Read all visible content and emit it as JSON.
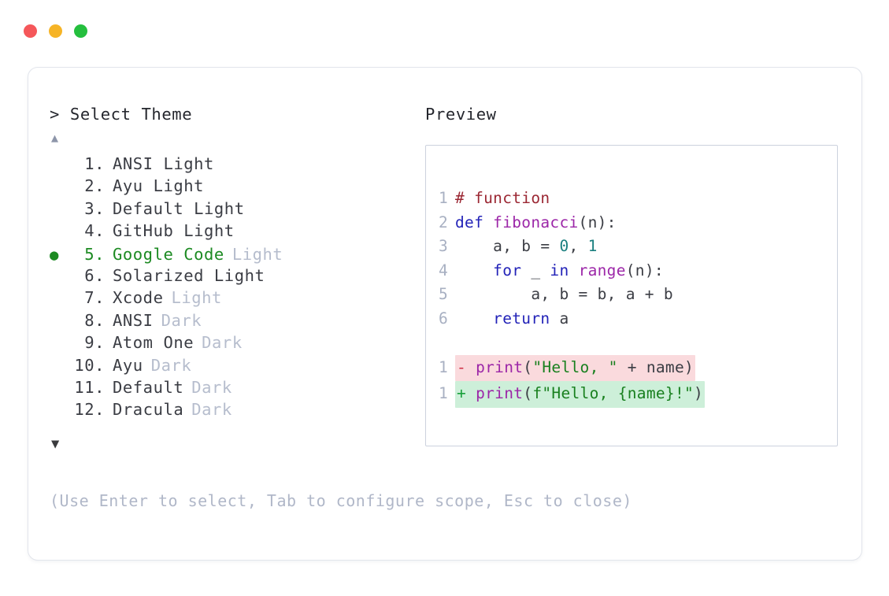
{
  "window": {
    "controls": [
      {
        "name": "close",
        "color": "#F5575A"
      },
      {
        "name": "minimize",
        "color": "#F6B426"
      },
      {
        "name": "maximize",
        "color": "#25BF3E"
      }
    ]
  },
  "chooser": {
    "prompt": "> Select Theme",
    "scroll_up": "▲",
    "scroll_down": "▼",
    "selected_index": 5,
    "selected_bullet": "●",
    "accent_color": "#1c8a22",
    "items": [
      {
        "num": "1.",
        "name": "ANSI Light",
        "variant": "",
        "variant_dim": false,
        "selected": false
      },
      {
        "num": "2.",
        "name": "Ayu Light",
        "variant": "",
        "variant_dim": false,
        "selected": false
      },
      {
        "num": "3.",
        "name": "Default Light",
        "variant": "",
        "variant_dim": false,
        "selected": false
      },
      {
        "num": "4.",
        "name": "GitHub Light",
        "variant": "",
        "variant_dim": false,
        "selected": false
      },
      {
        "num": "5.",
        "name": "Google Code",
        "variant": "Light",
        "variant_dim": true,
        "selected": true
      },
      {
        "num": "6.",
        "name": "Solarized Light",
        "variant": "",
        "variant_dim": false,
        "selected": false
      },
      {
        "num": "7.",
        "name": "Xcode",
        "variant": "Light",
        "variant_dim": true,
        "selected": false
      },
      {
        "num": "8.",
        "name": "ANSI",
        "variant": "Dark",
        "variant_dim": true,
        "selected": false
      },
      {
        "num": "9.",
        "name": "Atom One",
        "variant": "Dark",
        "variant_dim": true,
        "selected": false
      },
      {
        "num": "10.",
        "name": "Ayu",
        "variant": "Dark",
        "variant_dim": true,
        "selected": false
      },
      {
        "num": "11.",
        "name": "Default",
        "variant": "Dark",
        "variant_dim": true,
        "selected": false
      },
      {
        "num": "12.",
        "name": "Dracula",
        "variant": "Dark",
        "variant_dim": true,
        "selected": false
      }
    ],
    "hint": "(Use Enter to select, Tab to configure scope, Esc to close)"
  },
  "preview": {
    "label": "Preview",
    "code_lines": [
      {
        "ln": "1",
        "tokens": [
          {
            "t": "# function",
            "c": "tk-comment"
          }
        ]
      },
      {
        "ln": "2",
        "tokens": [
          {
            "t": "def ",
            "c": "tk-kw"
          },
          {
            "t": "fibonacci",
            "c": "tk-fn"
          },
          {
            "t": "(n):",
            "c": "tk-punct"
          }
        ]
      },
      {
        "ln": "3",
        "tokens": [
          {
            "t": "    a, b = ",
            "c": "tk-plain"
          },
          {
            "t": "0",
            "c": "tk-num"
          },
          {
            "t": ", ",
            "c": "tk-plain"
          },
          {
            "t": "1",
            "c": "tk-num"
          }
        ]
      },
      {
        "ln": "4",
        "tokens": [
          {
            "t": "    ",
            "c": "tk-plain"
          },
          {
            "t": "for",
            "c": "tk-kw"
          },
          {
            "t": " _ ",
            "c": "tk-plain"
          },
          {
            "t": "in",
            "c": "tk-kw"
          },
          {
            "t": " ",
            "c": "tk-plain"
          },
          {
            "t": "range",
            "c": "tk-fn"
          },
          {
            "t": "(n):",
            "c": "tk-punct"
          }
        ]
      },
      {
        "ln": "5",
        "tokens": [
          {
            "t": "        a, b = b, a + b",
            "c": "tk-plain"
          }
        ]
      },
      {
        "ln": "6",
        "tokens": [
          {
            "t": "    ",
            "c": "tk-plain"
          },
          {
            "t": "return",
            "c": "tk-kw"
          },
          {
            "t": " a",
            "c": "tk-plain"
          }
        ]
      }
    ],
    "diff_lines": [
      {
        "ln": "1",
        "kind": "del",
        "mark": "-",
        "tokens": [
          {
            "t": "print",
            "c": "tk-fn"
          },
          {
            "t": "(",
            "c": "tk-punct"
          },
          {
            "t": "\"Hello, \"",
            "c": "tk-str"
          },
          {
            "t": " + name)",
            "c": "tk-plain"
          }
        ]
      },
      {
        "ln": "1",
        "kind": "add",
        "mark": "+",
        "tokens": [
          {
            "t": "print",
            "c": "tk-fn"
          },
          {
            "t": "(",
            "c": "tk-punct"
          },
          {
            "t": "f\"Hello, {name}!\"",
            "c": "tk-str"
          },
          {
            "t": ")",
            "c": "tk-punct"
          }
        ]
      }
    ]
  },
  "colors": {
    "diff_add_bg": "#cdefd9",
    "diff_del_bg": "#fadadd",
    "panel_border": "#ccd2de",
    "card_border": "#e2e5ec",
    "dim_text": "#b6bdcd",
    "line_number": "#a8b0c2"
  }
}
